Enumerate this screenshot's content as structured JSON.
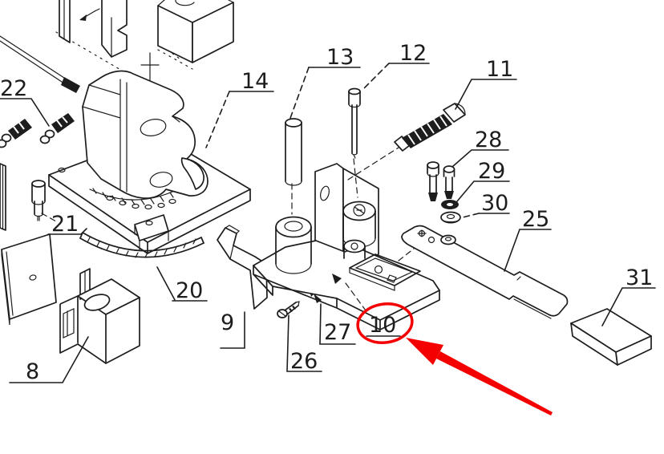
{
  "diagram": {
    "type": "exploded-assembly-technical-drawing",
    "background_color": "#ffffff",
    "line_color": "#1d1d1d",
    "highlight_color": "#f40000",
    "highlighted_callout": "10",
    "labels": {
      "n8": "8",
      "n9": "9",
      "n10": "10",
      "n11": "11",
      "n12": "12",
      "n13": "13",
      "n14": "14",
      "n20": "20",
      "n21": "21",
      "n22": "22",
      "n25": "25",
      "n26": "26",
      "n27": "27",
      "n28": "28",
      "n29": "29",
      "n30": "30",
      "n31": "31"
    },
    "annotation": {
      "shape": "red ellipse around callout 10 with red arrow pointing at it",
      "color": "#f40000"
    }
  }
}
